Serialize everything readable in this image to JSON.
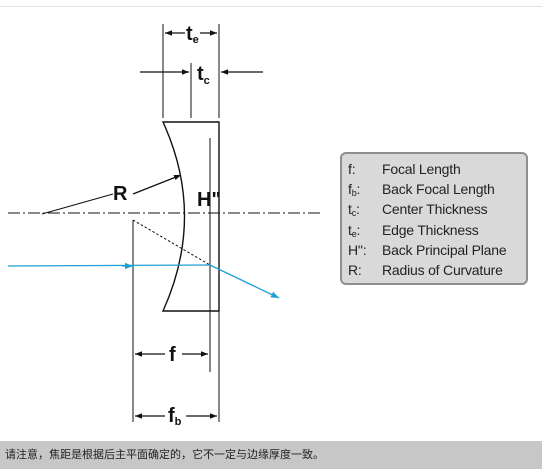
{
  "diagram": {
    "labels": {
      "te": "t",
      "te_sub": "e",
      "tc": "t",
      "tc_sub": "c",
      "R": "R",
      "H": "H\"",
      "f": "f",
      "fb": "f",
      "fb_sub": "b"
    },
    "colors": {
      "ray": "#1e9fd6",
      "line": "#111111",
      "legend_bg": "#d9d9d9",
      "legend_border": "#8e8e8e"
    }
  },
  "legend": {
    "items": [
      {
        "sym": "f",
        "sub": "",
        "suffix": ":",
        "desc": "Focal Length"
      },
      {
        "sym": "f",
        "sub": "b",
        "suffix": ":",
        "desc": "Back Focal Length"
      },
      {
        "sym": "t",
        "sub": "c",
        "suffix": ":",
        "desc": "Center Thickness"
      },
      {
        "sym": "t",
        "sub": "e",
        "suffix": ":",
        "desc": "Edge Thickness"
      },
      {
        "sym": "H\"",
        "sub": "",
        "suffix": ":",
        "desc": "Back Principal Plane"
      },
      {
        "sym": "R",
        "sub": "",
        "suffix": ":",
        "desc": "Radius of Curvature"
      }
    ]
  },
  "footer": {
    "note": "请注意，焦距是根据后主平面确定的，它不一定与边缘厚度一致。"
  }
}
